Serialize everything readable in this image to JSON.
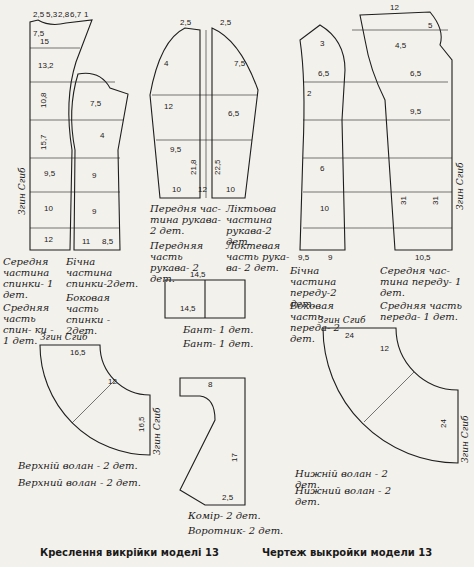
{
  "diagram": {
    "labels": [
      "2,5",
      "5,3",
      "2,8",
      "6,7",
      "1",
      "7,5",
      "15",
      "13,2",
      "10,8",
      "15,7",
      "9,5",
      "10",
      "12",
      "Згин Сгиб",
      "7,5",
      "4",
      "9",
      "9",
      "11",
      "8,5",
      "Середня частина спинки- 1 дет.",
      "Бічна частина спинки-2дет.",
      "Боковая часть спинки - 2дет.",
      "Средняя часть спин- ки - 1 дет.",
      "2,5",
      "4",
      "2,5",
      "7,5",
      "12",
      "21,8",
      "22,5",
      "9,5",
      "6,5",
      "10",
      "12",
      "10",
      "Передня час- тина рукава- 2 дет.",
      "Ліктьова частина рукава-2 дет.",
      "Передняя часть рукава- 2 дет.",
      "Локтевая часть рука- ва- 2 дет.",
      "3",
      "6,5",
      "2",
      "6",
      "10",
      "9,5",
      "9",
      "12",
      "5",
      "4,5",
      "6,5",
      "9,5",
      "31",
      "31",
      "10,5",
      "Згин Сгиб",
      "Бічна частина переду-2 дет.",
      "Середня час- тина переду- 1 дет.",
      "Боковая часть переда- 2 дет.",
      "Средняя часть переда- 1 дет.",
      "14,5",
      "14,5",
      "Бант- 1 дет.",
      "Бант- 1 дет.",
      "Згин Сгиб",
      "16,5",
      "12",
      "Згин Сгиб",
      "16,5",
      "Верхній волан - 2 дет.",
      "Верхний волан - 2 дет.",
      "Згин Сгиб",
      "24",
      "12",
      "Згин Сгиб",
      "24",
      "Нижній волан - 2 дет.",
      "Нижний волан - 2 дет.",
      "8",
      "17",
      "2,5",
      "Комір- 2 дет.",
      "Воротник- 2 дет.",
      "Креслення викрійки моделі 13",
      "Чертеж выкройки модели 13"
    ]
  }
}
